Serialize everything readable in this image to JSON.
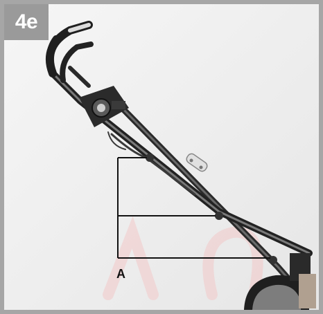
{
  "figure": {
    "step_label": "4e",
    "callout_label": "A",
    "subject": "mower-handle-photo"
  },
  "colors": {
    "frame": "#a6a6a6",
    "tag_background": "#9a9a9a",
    "tag_text": "#ffffff",
    "photo_background": "#f1f1f1",
    "callout_line": "#111111",
    "watermark": "#f3c9c9"
  }
}
